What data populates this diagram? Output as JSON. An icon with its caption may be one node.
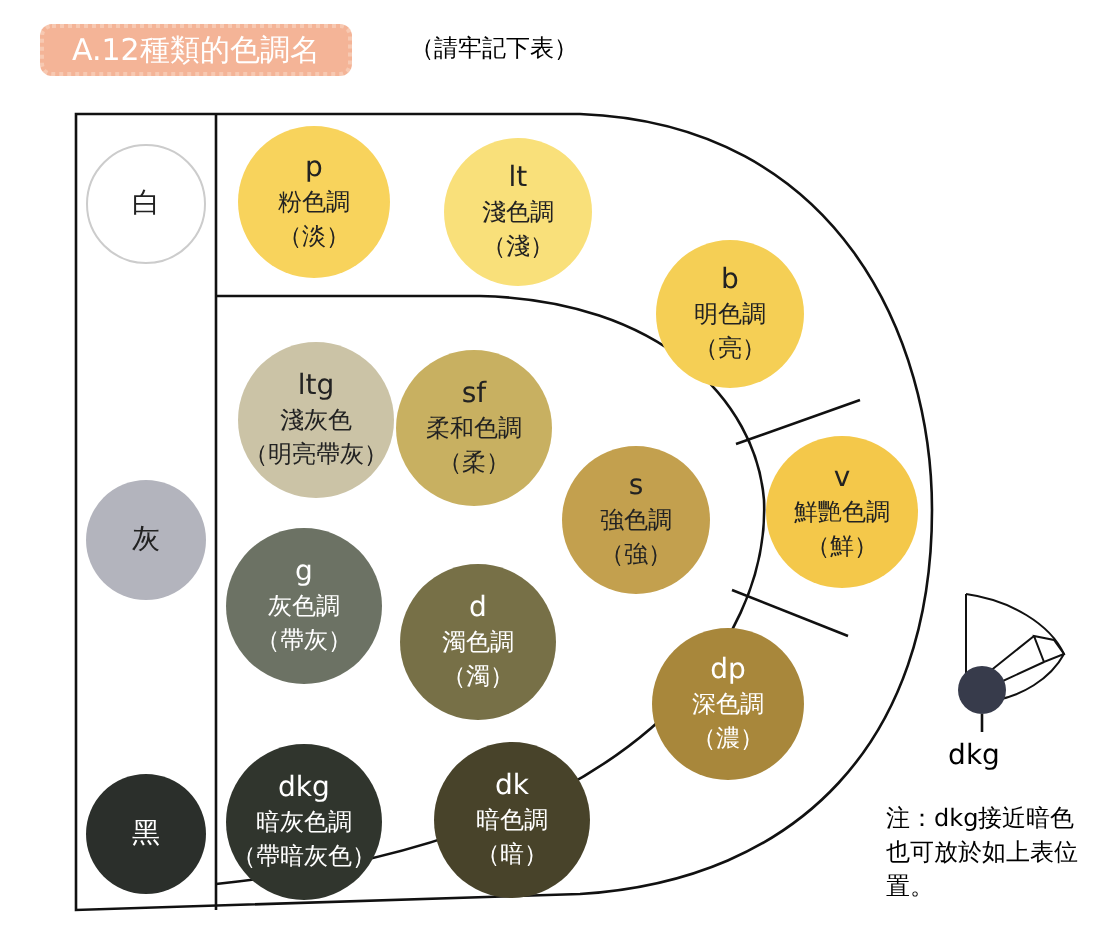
{
  "diagram": {
    "title": "A.12種類的色調名",
    "nodes": [
      {
        "text": [
          "白"
        ]
      },
      {
        "text": [
          "p",
          "粉色調",
          "（淡）"
        ]
      },
      {
        "text": [
          "lt",
          "淺色調",
          "（淺）"
        ]
      },
      {
        "text": [
          "b",
          "明色調",
          "（亮）"
        ]
      },
      {
        "text": [
          "灰"
        ]
      },
      {
        "text": [
          "ltg",
          "淺灰色",
          "（明亮帶灰）"
        ]
      },
      {
        "text": [
          "sf",
          "柔和色調",
          "（柔）"
        ]
      },
      {
        "text": [
          "s",
          "強色調",
          "（強）"
        ]
      },
      {
        "text": [
          "v",
          "鮮艷色調",
          "（鮮）"
        ]
      },
      {
        "text": [
          "g",
          "灰色調",
          "（帶灰）"
        ]
      },
      {
        "text": [
          "d",
          "濁色調",
          "（濁）"
        ]
      },
      {
        "text": [
          "dp",
          "深色調",
          "（濃）"
        ]
      },
      {
        "text": [
          "黑"
        ]
      },
      {
        "text": [
          "dkg",
          "暗灰色調",
          "（帶暗灰色）"
        ]
      },
      {
        "text": [
          "dk",
          "暗色調",
          "（暗）"
        ]
      },
      {
        "text": [
          "dkg"
        ]
      },
      {
        "text": [],
        "shape": "circle"
      }
    ],
    "edges": [
      {
        "from": 15,
        "to": 16,
        "arrow": "none"
      }
    ],
    "labels": [
      "（請牢記下表）",
      "注：dkg接近暗色也可放於如上表位置。"
    ]
  }
}
